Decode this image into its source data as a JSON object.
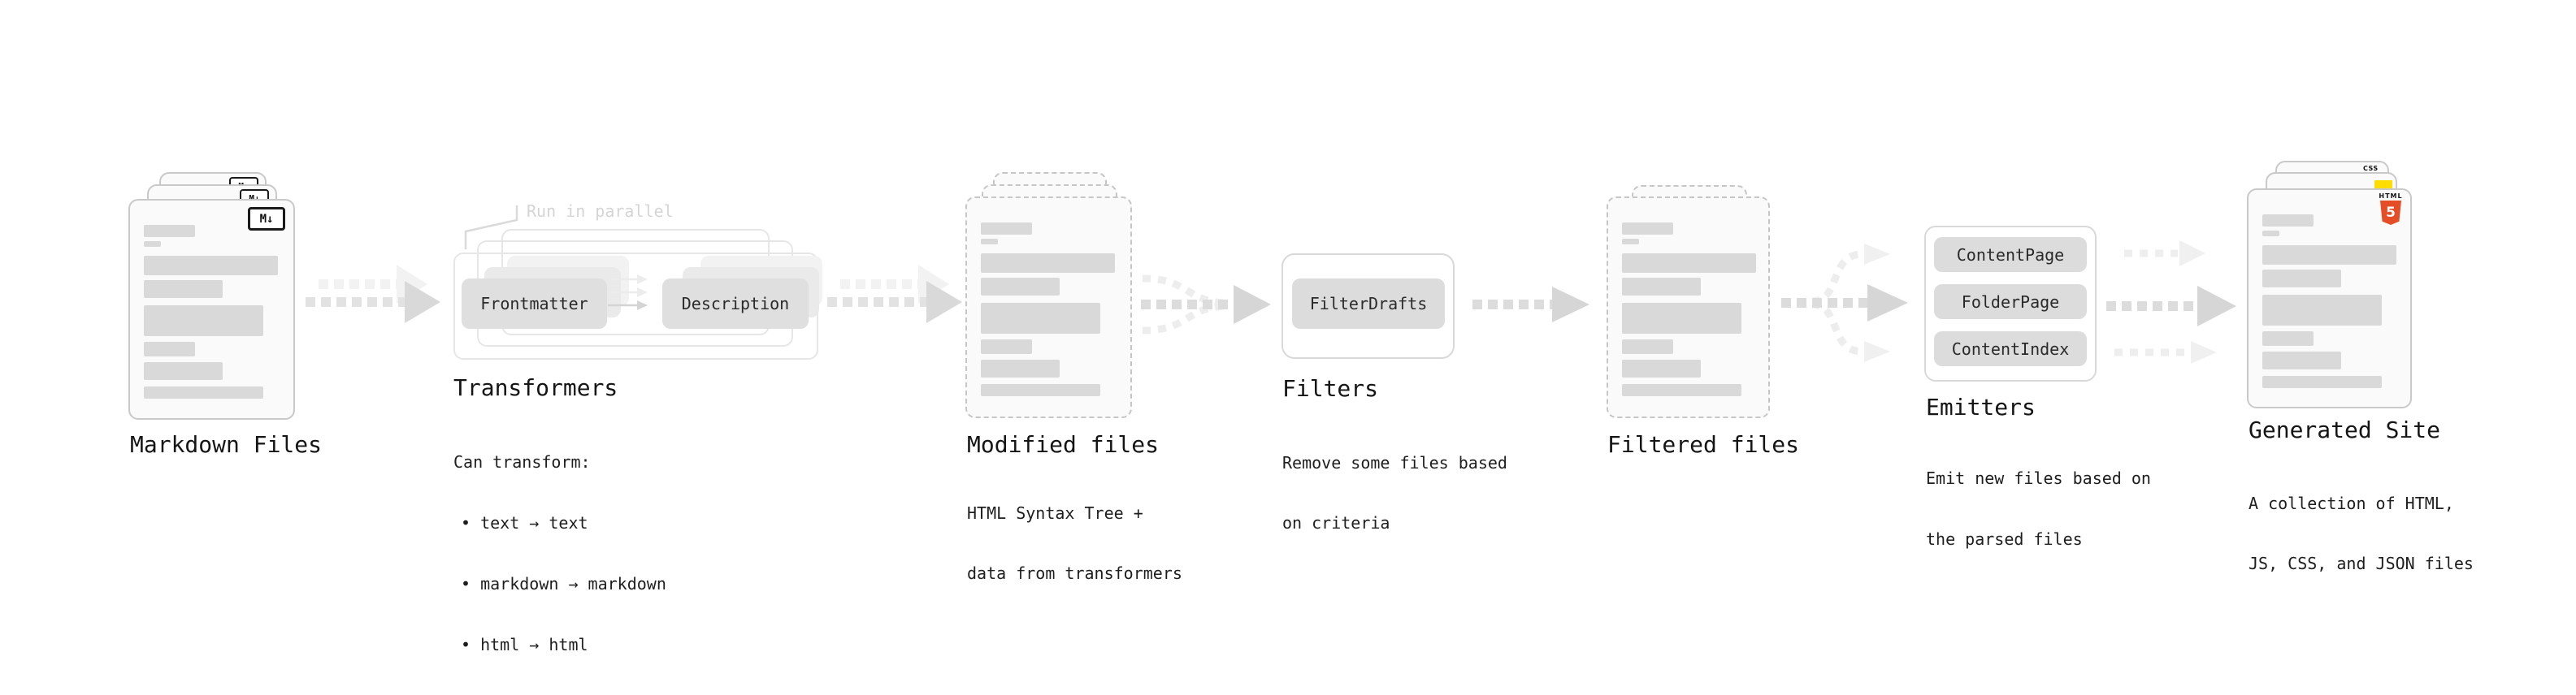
{
  "stages": {
    "markdown": {
      "label": "Markdown Files"
    },
    "transformers": {
      "label": "Transformers",
      "note": "Run in parallel",
      "pill_left": "Frontmatter",
      "pill_right": "Description",
      "sub": [
        "Can transform:",
        "• text → text",
        "• markdown → markdown",
        "• html → html"
      ]
    },
    "modified": {
      "label": "Modified files",
      "sub": [
        "HTML Syntax Tree +",
        "data from transformers"
      ]
    },
    "filters": {
      "label": "Filters",
      "pill": "FilterDrafts",
      "sub": [
        "Remove some files based",
        "on criteria"
      ]
    },
    "filtered": {
      "label": "Filtered files"
    },
    "emitters": {
      "label": "Emitters",
      "pills": [
        "ContentPage",
        "FolderPage",
        "ContentIndex"
      ],
      "sub": [
        "Emit new files based on",
        "the parsed files"
      ]
    },
    "generated": {
      "label": "Generated Site",
      "sub": [
        "A collection of HTML,",
        "JS, CSS, and JSON files"
      ]
    }
  },
  "icons": {
    "markdown_label": "M↓",
    "html5_word": "HTML",
    "html5_number": "5",
    "css_word": "CSS"
  },
  "doc_bars": [
    {
      "t": 30,
      "h": 15,
      "w": 63
    },
    {
      "t": 50,
      "h": 7,
      "w": 21
    },
    {
      "t": 68,
      "h": 24,
      "w": 165
    },
    {
      "t": 98,
      "h": 22,
      "w": 97
    },
    {
      "t": 129,
      "h": 38,
      "w": 147
    },
    {
      "t": 174,
      "h": 18,
      "w": 63
    },
    {
      "t": 199,
      "h": 22,
      "w": 97
    },
    {
      "t": 229,
      "h": 15,
      "w": 147
    }
  ],
  "colors": {
    "ink": "#151515",
    "bar": "#d9d9d9",
    "border": "#c9c9c9",
    "html5_orange": "#e44d26",
    "js_yellow": "#ffdd00",
    "css_blue": "#2965f1"
  }
}
